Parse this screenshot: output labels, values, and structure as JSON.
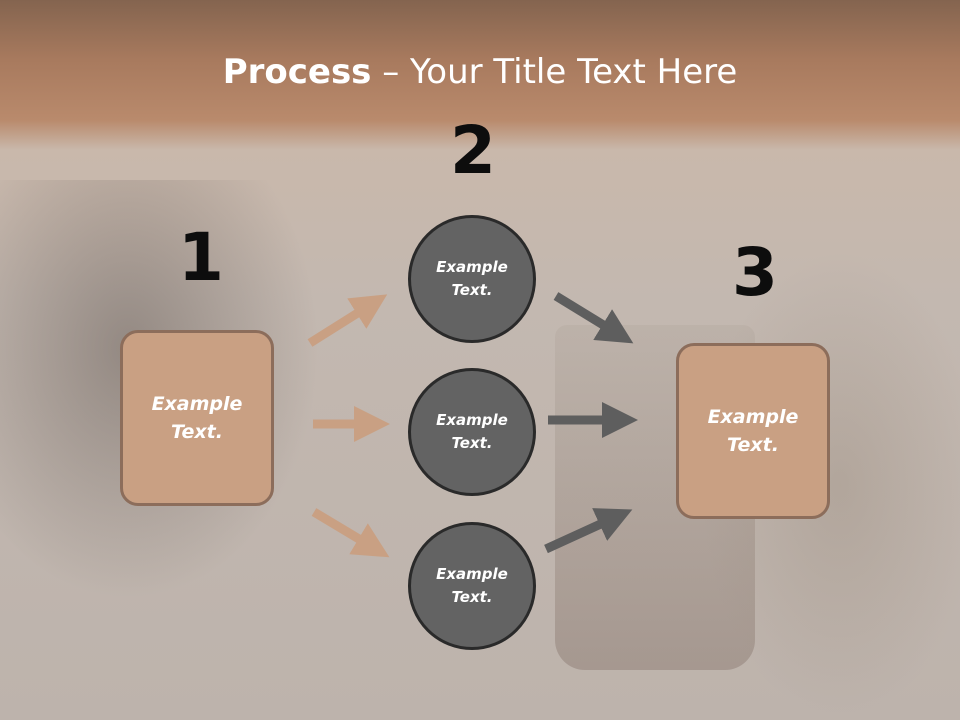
{
  "title": {
    "bold": "Process",
    "rest": " – Your Title Text Here"
  },
  "steps": {
    "one": {
      "number": "1",
      "label": "Example Text."
    },
    "two": {
      "number": "2"
    },
    "three": {
      "number": "3",
      "label": "Example Text."
    }
  },
  "circles": [
    {
      "label": "Example Text."
    },
    {
      "label": "Example Text."
    },
    {
      "label": "Example Text."
    }
  ],
  "colors": {
    "box_fill": "#c9a083",
    "box_border": "#8c6d5b",
    "circle_fill": "#636363",
    "circle_border": "#2a2a2a",
    "arrow_light": "#c9a083",
    "arrow_dark": "#5e5e5e",
    "title_band": "#a87a5e"
  }
}
